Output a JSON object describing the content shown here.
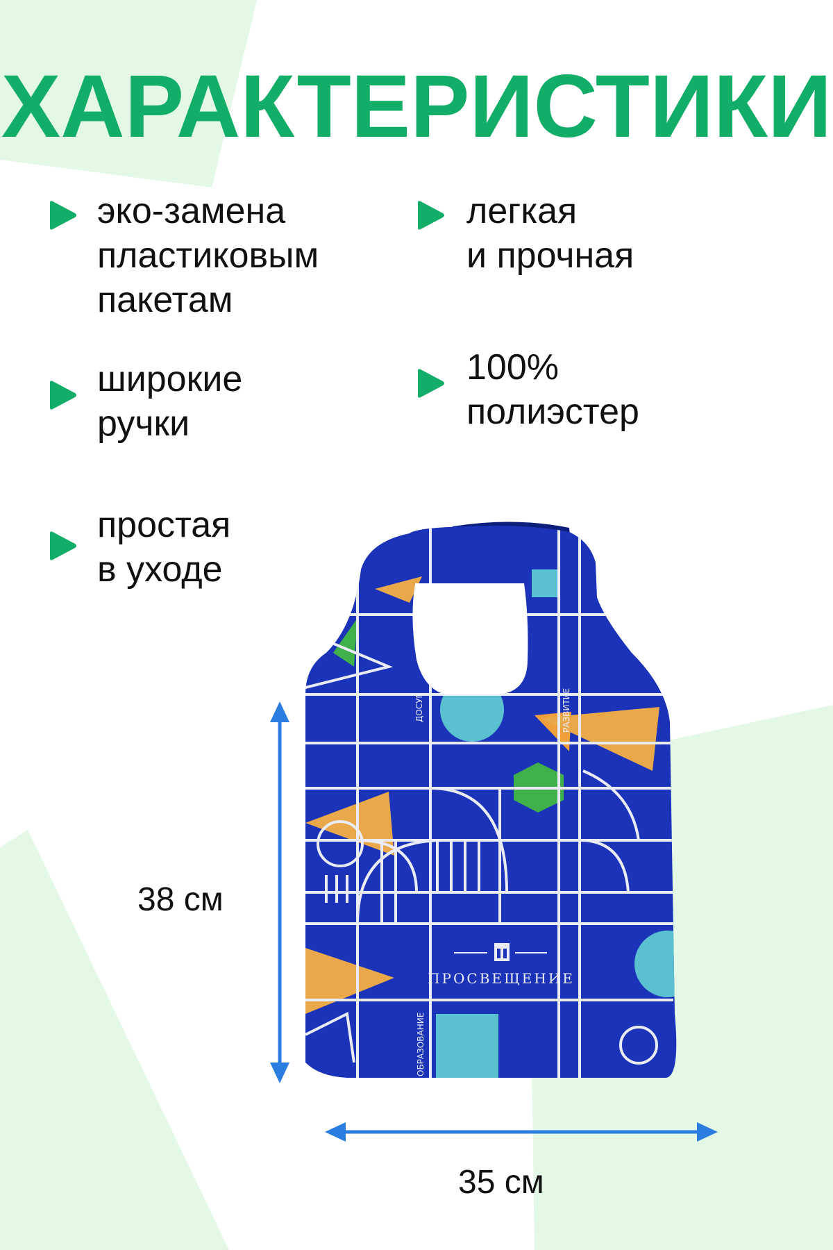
{
  "title": "ХАРАКТЕРИСТИКИ",
  "features": [
    {
      "lines": [
        "эко-замена",
        "пластиковым",
        "пакетам"
      ]
    },
    {
      "lines": [
        "легкая",
        "и прочная"
      ]
    },
    {
      "lines": [
        "широкие",
        "ручки"
      ]
    },
    {
      "lines": [
        "100%",
        "полиэстер"
      ]
    },
    {
      "lines": [
        "простая",
        "в уходе"
      ]
    }
  ],
  "dimensions": {
    "height": "38 см",
    "width": "35 см"
  },
  "bag": {
    "brand": "ПРОСВЕЩЕНИЕ",
    "words": [
      "ДОСУГ",
      "РАЗВИТИЕ",
      "ОБРАЗОВАНИЕ"
    ]
  },
  "colors": {
    "accent": "#12ad67",
    "arrow": "#2b7ee0",
    "bag": "#1a33b8",
    "bg_shape": "#e3f9e6"
  }
}
